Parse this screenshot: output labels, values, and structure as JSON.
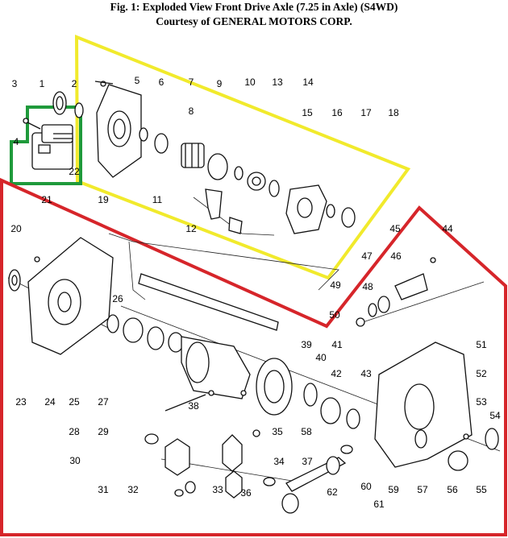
{
  "caption": {
    "title": "Fig. 1: Exploded View Front Drive Axle (7.25 in Axle) (S4WD)",
    "courtesy": "Courtesy of GENERAL MOTORS CORP."
  },
  "colors": {
    "yellow_outline": "#f1ea2c",
    "green_outline": "#1f9a3b",
    "red_outline": "#d6252a",
    "ink": "#111111"
  },
  "callouts": [
    {
      "id": "1"
    },
    {
      "id": "2"
    },
    {
      "id": "3"
    },
    {
      "id": "4"
    },
    {
      "id": "5"
    },
    {
      "id": "6"
    },
    {
      "id": "7"
    },
    {
      "id": "8"
    },
    {
      "id": "9"
    },
    {
      "id": "10"
    },
    {
      "id": "11"
    },
    {
      "id": "12"
    },
    {
      "id": "13"
    },
    {
      "id": "14"
    },
    {
      "id": "15"
    },
    {
      "id": "16"
    },
    {
      "id": "17"
    },
    {
      "id": "18"
    },
    {
      "id": "19"
    },
    {
      "id": "20"
    },
    {
      "id": "21"
    },
    {
      "id": "22"
    },
    {
      "id": "23"
    },
    {
      "id": "24"
    },
    {
      "id": "25"
    },
    {
      "id": "26"
    },
    {
      "id": "27"
    },
    {
      "id": "28"
    },
    {
      "id": "29"
    },
    {
      "id": "30"
    },
    {
      "id": "31"
    },
    {
      "id": "32"
    },
    {
      "id": "33"
    },
    {
      "id": "34"
    },
    {
      "id": "35"
    },
    {
      "id": "36"
    },
    {
      "id": "37"
    },
    {
      "id": "38"
    },
    {
      "id": "39"
    },
    {
      "id": "40"
    },
    {
      "id": "41"
    },
    {
      "id": "42"
    },
    {
      "id": "43"
    },
    {
      "id": "44"
    },
    {
      "id": "45"
    },
    {
      "id": "46"
    },
    {
      "id": "47"
    },
    {
      "id": "48"
    },
    {
      "id": "49"
    },
    {
      "id": "50"
    },
    {
      "id": "51"
    },
    {
      "id": "52"
    },
    {
      "id": "53"
    },
    {
      "id": "54"
    },
    {
      "id": "55"
    },
    {
      "id": "56"
    },
    {
      "id": "57"
    },
    {
      "id": "58"
    },
    {
      "id": "59"
    },
    {
      "id": "60"
    },
    {
      "id": "61"
    },
    {
      "id": "62"
    }
  ]
}
